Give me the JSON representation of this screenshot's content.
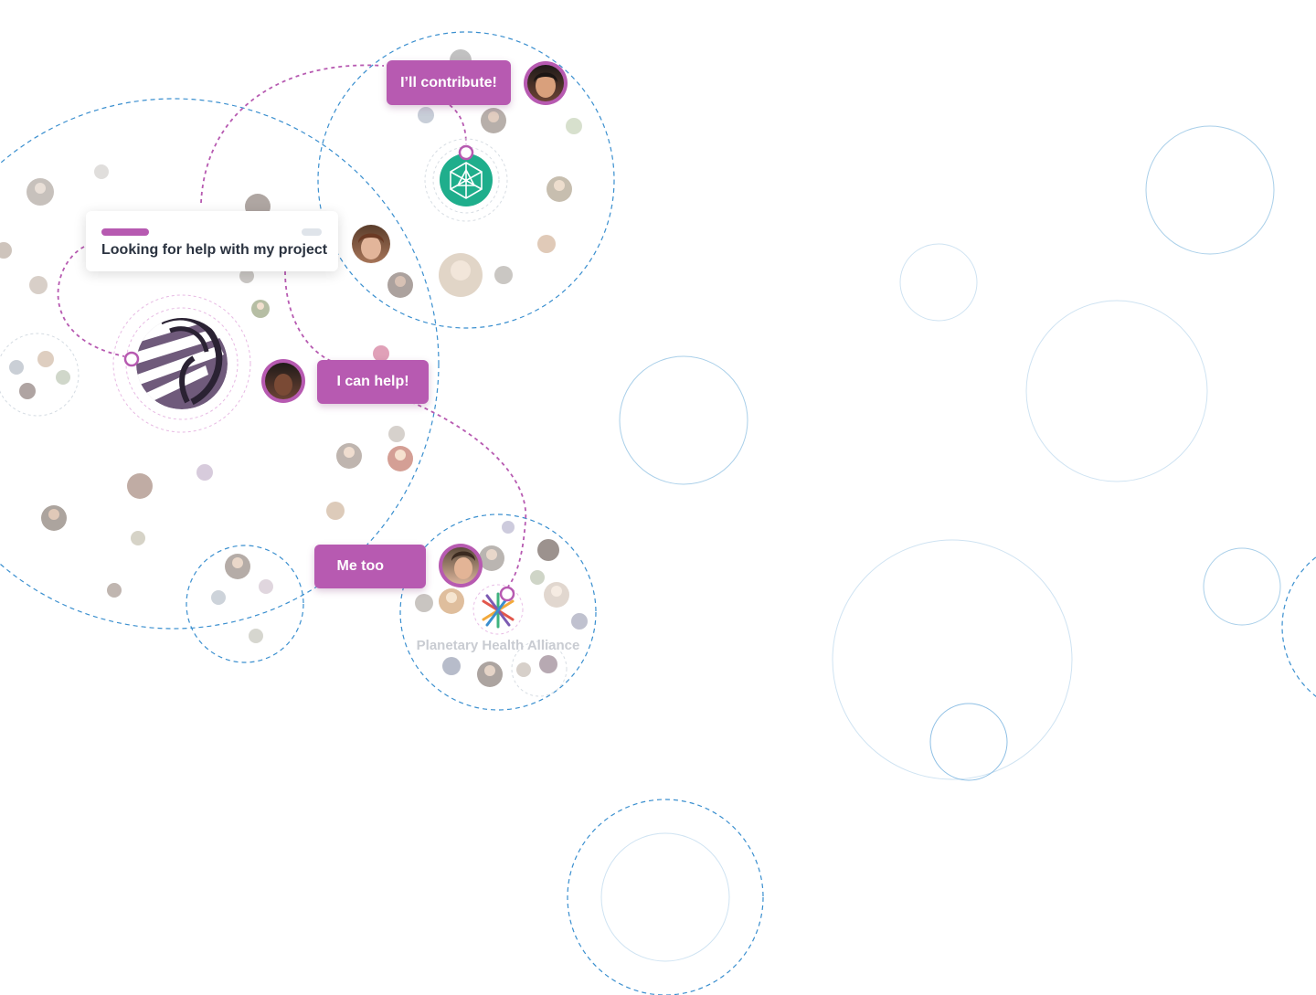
{
  "messages": {
    "contribute": "I’ll contribute!",
    "looking": "Looking for help with my project",
    "can_help": "I can help!",
    "me_too": "Me too",
    "me_too_emoji": "🚀"
  },
  "organizations": {
    "planetary": "Planetary Health Alliance"
  },
  "icons": {
    "network": "network-node-icon",
    "zebra": "zebra-logo-icon",
    "planetary": "planetary-health-alliance-logo-icon",
    "rocket": "rocket-icon"
  },
  "colors": {
    "accent": "#b75ab1",
    "community_ring": "#3a8fcf",
    "faint_ring": "#a9cfe9",
    "network_logo": "#1fae8c",
    "card_text": "#2b3340"
  }
}
